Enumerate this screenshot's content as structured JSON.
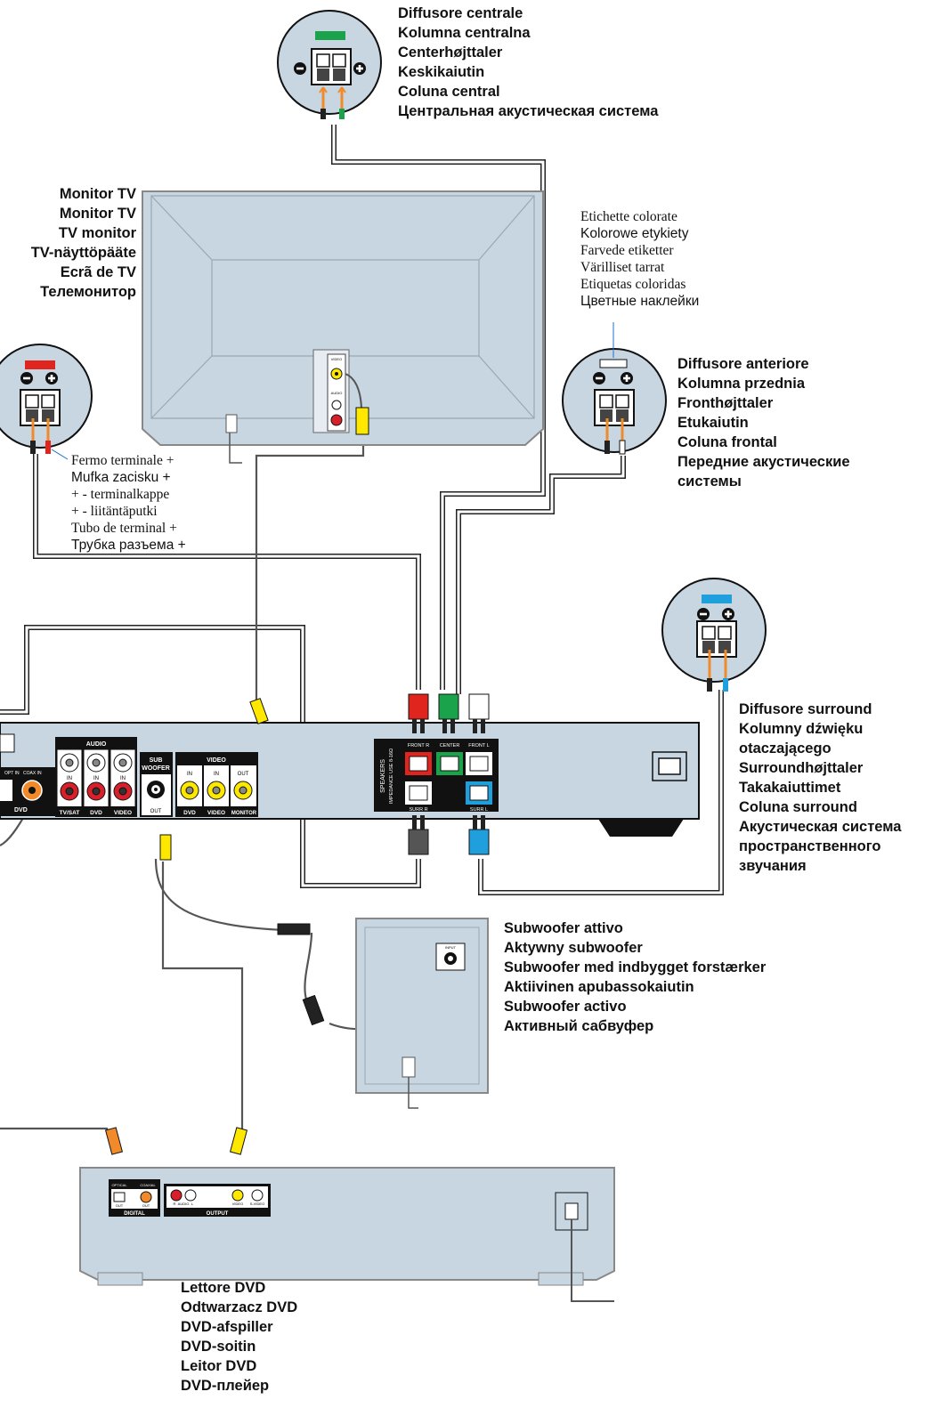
{
  "labels": {
    "center_speaker": [
      "Diffusore centrale",
      "Kolumna centralna",
      "Centerhøjttaler",
      "Keskikaiutin",
      "Coluna central",
      "Центральная акустическая система"
    ],
    "tv_monitor": [
      "Monitor TV",
      "Monitor TV",
      "TV monitor",
      "TV-näyttöpääte",
      "Ecrã de TV",
      "Телемонитор"
    ],
    "color_labels": [
      "Etichette colorate",
      "Kolorowe etykiety",
      "Farvede etiketter",
      "Värilliset tarrat",
      "Etiquetas coloridas",
      "Цветные наклейки"
    ],
    "front_speaker": [
      "Diffusore anteriore",
      "Kolumna przednia",
      "Fronthøjttaler",
      "Etukaiutin",
      "Coluna frontal",
      "Передние акустические",
      "системы"
    ],
    "terminal_tube": [
      "Fermo terminale +",
      "Mufka zacisku +",
      "+ - terminalkappe",
      "+ - liitäntäputki",
      "Tubo de terminal +",
      "Трубка разъема +"
    ],
    "surround_speaker": [
      "Diffusore surround",
      "Kolumny dźwięku",
      "otaczającego",
      "Surroundhøjttaler",
      "Takakaiuttimet",
      "Coluna surround",
      "Акустическая система",
      "пространственного",
      "звучания"
    ],
    "subwoofer": [
      "Subwoofer attivo",
      "Aktywny subwoofer",
      "Subwoofer med indbygget forstærker",
      "Aktiivinen apubassokaiutin",
      "Subwoofer activo",
      "Активный сабвуфер"
    ],
    "dvd_player": [
      "Lettore DVD",
      "Odtwarzacz DVD",
      "DVD-afspiller",
      "DVD-soitin",
      "Leitor DVD",
      "DVD-плейер"
    ]
  },
  "receiver": {
    "audio": "AUDIO",
    "in": "IN",
    "tvsat": "TV/SAT",
    "dvd": "DVD",
    "video": "VIDEO",
    "sub": "SUB",
    "woofer": "WOOFER",
    "out": "OUT",
    "monitor": "MONITOR",
    "opt_in": "OPT IN",
    "coax_in": "COAX IN",
    "front_r": "FRONT R",
    "center": "CENTER",
    "front_l": "FRONT L",
    "surr_r": "SURR R",
    "surr_l": "SURR L",
    "speakers": "SPEAKERS",
    "impedance": "IMPEDANCE USE 8-16Ω"
  },
  "dvd_panel": {
    "optical": "OPTICAL",
    "coaxial": "COAXIAL",
    "out": "OUT",
    "digital": "DIGITAL",
    "output": "OUTPUT",
    "r": "R",
    "audio": "AUDIO",
    "l": "L",
    "video": "VIDEO",
    "svideo": "S-VIDEO"
  },
  "subwoofer_panel": {
    "input": "INPUT"
  },
  "tv_panel": {
    "video": "VIDEO",
    "audio": "AUDIO"
  },
  "colors": {
    "device": "#c8d6e1",
    "center": "#1aa34a",
    "front_l": "#e0251e",
    "surround": "#1f9fdc",
    "video_yellow": "#ffe800",
    "audio_red": "#d8202a",
    "coax_orange": "#f08a2a"
  }
}
